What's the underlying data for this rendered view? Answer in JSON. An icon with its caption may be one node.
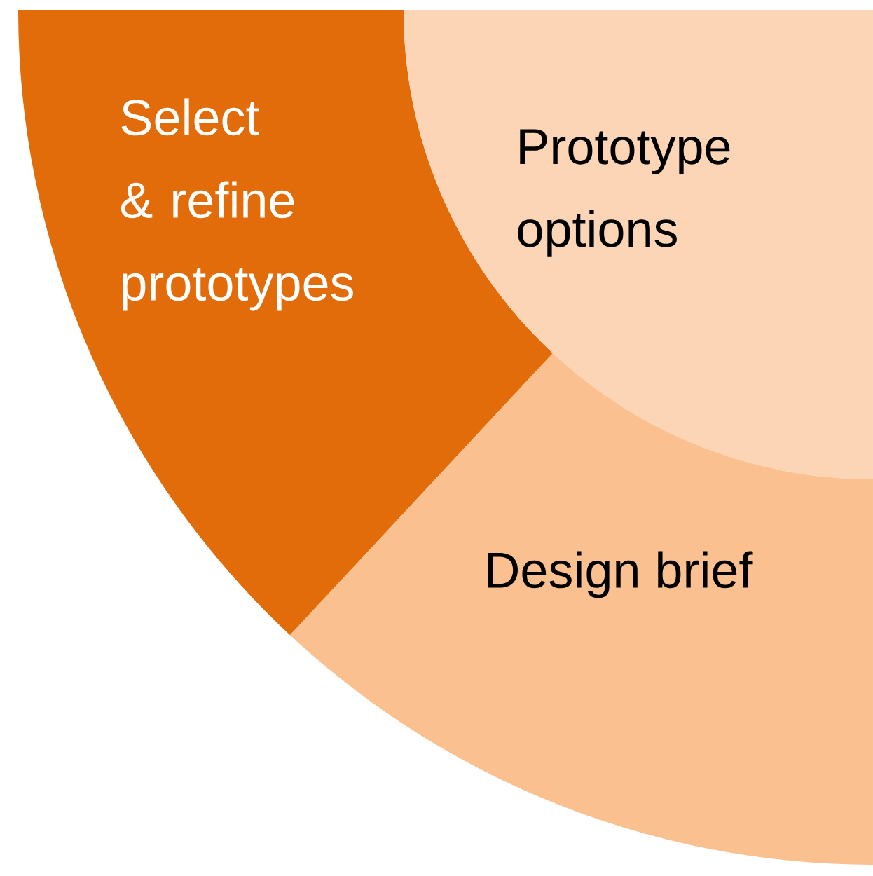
{
  "diagram": {
    "nodes": [
      {
        "text": [
          "Select & refine prototypes"
        ]
      },
      {
        "text": [
          "Prototype options"
        ]
      },
      {
        "text": [
          "Design brief"
        ]
      }
    ]
  }
}
